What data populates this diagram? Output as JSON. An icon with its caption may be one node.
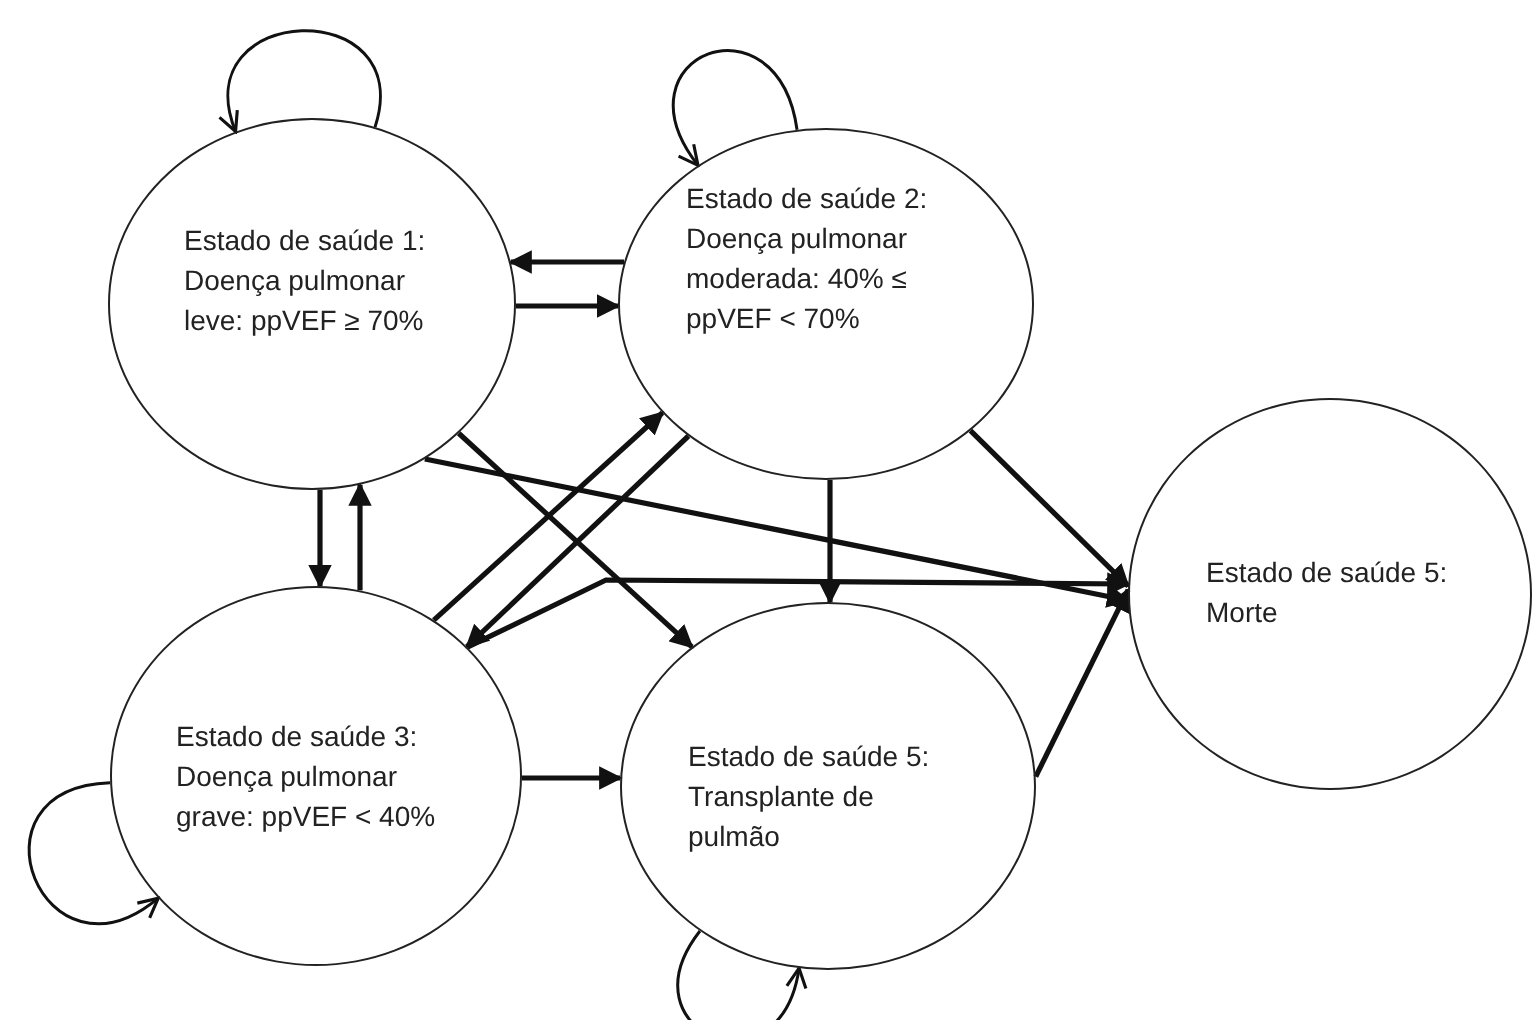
{
  "diagram": {
    "nodes": [
      {
        "text": [
          "Estado de saúde 1: Doença pulmonar leve: ppVEF ≥ 70%"
        ]
      },
      {
        "text": [
          "Estado de saúde 2: Doença pulmonar moderada: 40% ≤ ppVEF < 70%"
        ]
      },
      {
        "text": [
          "Estado de saúde 3: Doença pulmonar grave: ppVEF < 40%"
        ]
      },
      {
        "text": [
          "Estado de saúde 5: Transplante de pulmão"
        ]
      },
      {
        "text": [
          "Estado de saúde 5: Morte"
        ]
      }
    ],
    "edges": [
      {
        "from": 0,
        "to": 0,
        "arrow": "to"
      },
      {
        "from": 1,
        "to": 1,
        "arrow": "to"
      },
      {
        "from": 1,
        "to": 0,
        "arrow": "to"
      },
      {
        "from": 0,
        "to": 1,
        "arrow": "to"
      },
      {
        "from": 0,
        "to": 2,
        "arrow": "to"
      },
      {
        "from": 2,
        "to": 0,
        "arrow": "to"
      },
      {
        "from": 2,
        "to": 1,
        "arrow": "to"
      },
      {
        "from": 1,
        "to": 2,
        "arrow": "to"
      },
      {
        "from": 0,
        "to": 3,
        "arrow": "to"
      },
      {
        "from": 0,
        "to": 4,
        "arrow": "to"
      },
      {
        "from": 1,
        "to": 3,
        "arrow": "to"
      },
      {
        "from": 1,
        "to": 4,
        "arrow": "to"
      },
      {
        "from": 2,
        "to": 4,
        "arrow": "to"
      },
      {
        "from": 2,
        "to": 2,
        "arrow": "to"
      },
      {
        "from": 2,
        "to": 3,
        "arrow": "to"
      },
      {
        "from": 3,
        "to": 4,
        "arrow": "to"
      },
      {
        "from": 3,
        "to": 3,
        "arrow": "to"
      }
    ]
  }
}
